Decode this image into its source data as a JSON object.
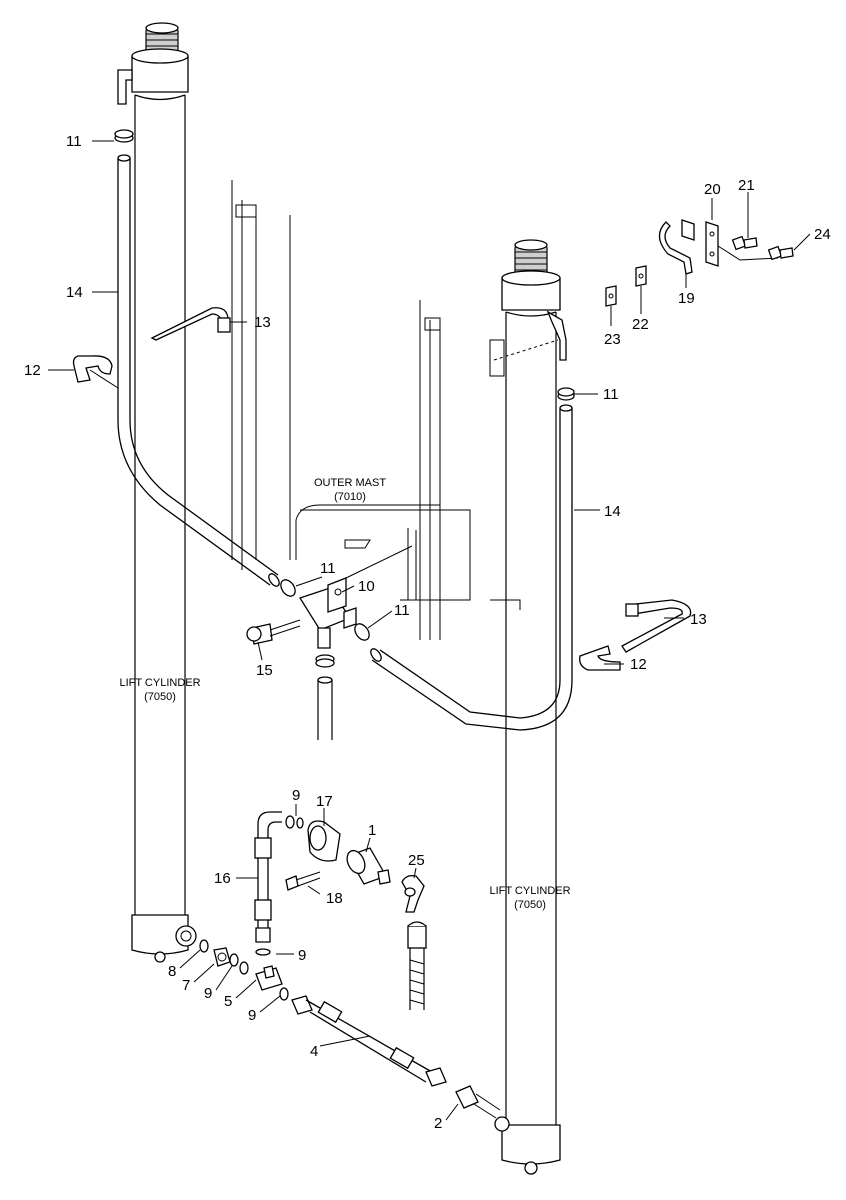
{
  "labels": {
    "outer_mast": [
      "OUTER MAST",
      "(7010)"
    ],
    "lift_cylinder_left": [
      "LIFT CYLINDER",
      "(7050)"
    ],
    "lift_cylinder_right": [
      "LIFT CYLINDER",
      "(7050)"
    ]
  },
  "callouts": {
    "c11_top_left": "11",
    "c14_left": "14",
    "c13_left": "13",
    "c12_left": "12",
    "c20": "20",
    "c21": "21",
    "c24": "24",
    "c19": "19",
    "c22": "22",
    "c23": "23",
    "c11_right": "11",
    "c14_right": "14",
    "c11_center": "11",
    "c10": "10",
    "c11_tee": "11",
    "c15": "15",
    "c13_right": "13",
    "c12_right": "12",
    "c9_top": "9",
    "c17": "17",
    "c1": "1",
    "c25": "25",
    "c16": "16",
    "c18": "18",
    "c9_mid": "9",
    "c8": "8",
    "c7": "7",
    "c9_left": "9",
    "c5": "5",
    "c9_low": "9",
    "c4": "4",
    "c2": "2"
  }
}
